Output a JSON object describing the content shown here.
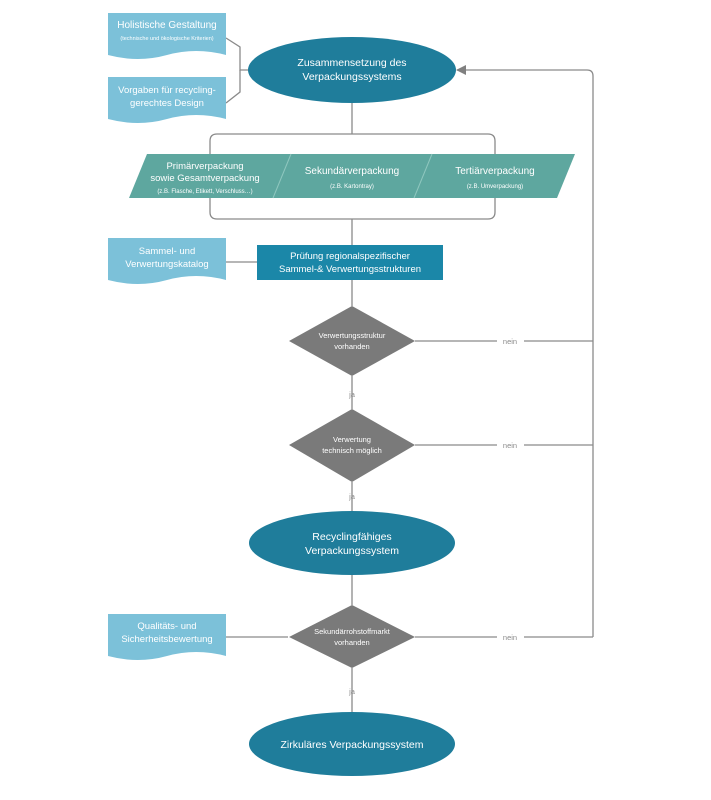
{
  "inputs": {
    "holistic": {
      "title": "Holistische Gestaltung",
      "subtitle": "(technische und ökologische Kriterien)"
    },
    "recycling_design": {
      "line1": "Vorgaben für recycling-",
      "line2": "gerechtes Design"
    },
    "collection_catalog": {
      "line1": "Sammel- und",
      "line2": "Verwertungskatalog"
    },
    "quality_safety": {
      "line1": "Qualitäts- und",
      "line2": "Sicherheitsbewertung"
    }
  },
  "nodes": {
    "composition": {
      "line1": "Zusammensetzung des",
      "line2": "Verpackungssystems"
    },
    "primary": {
      "line1": "Primärverpackung",
      "line2": "sowie Gesamtverpackung",
      "example": "(z.B. Flasche, Etikett, Verschluss…)"
    },
    "secondary": {
      "line1": "Sekundärverpackung",
      "example": "(z.B. Kartontray)"
    },
    "tertiary": {
      "line1": "Tertiärverpackung",
      "example": "(z.B. Umverpackung)"
    },
    "check": {
      "line1": "Prüfung regionalspezifischer",
      "line2": "Sammel-& Verwertungsstrukturen"
    },
    "decision1": {
      "line1": "Verwertungsstruktur",
      "line2": "vorhanden"
    },
    "decision2": {
      "line1": "Verwertung",
      "line2": "technisch möglich"
    },
    "recyclable": {
      "line1": "Recyclingfähiges",
      "line2": "Verpackungssystem"
    },
    "decision3": {
      "line1": "Sekundärrohstoffmarkt",
      "line2": "vorhanden"
    },
    "circular": {
      "line1": "Zirkuläres Verpackungssystem"
    }
  },
  "labels": {
    "yes": "ja",
    "no": "nein"
  },
  "colors": {
    "teal_dark": "#1f7d9b",
    "teal_light": "#5ea79f",
    "doc_blue": "#7cc1d9",
    "diamond": "#7a7a7a",
    "connector": "#8a8a8a"
  }
}
